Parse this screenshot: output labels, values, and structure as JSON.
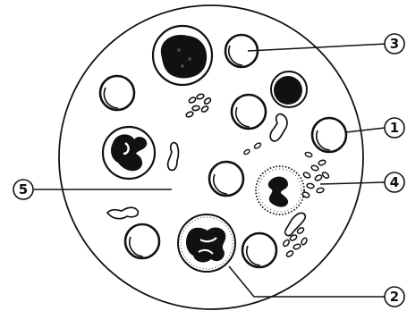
{
  "figure": {
    "callouts": [
      {
        "id": "1",
        "label": "1"
      },
      {
        "id": "2",
        "label": "2"
      },
      {
        "id": "3",
        "label": "3"
      },
      {
        "id": "4",
        "label": "4"
      },
      {
        "id": "5",
        "label": "5"
      }
    ]
  },
  "colors": {
    "ink": "#111111",
    "paper": "#ffffff"
  }
}
